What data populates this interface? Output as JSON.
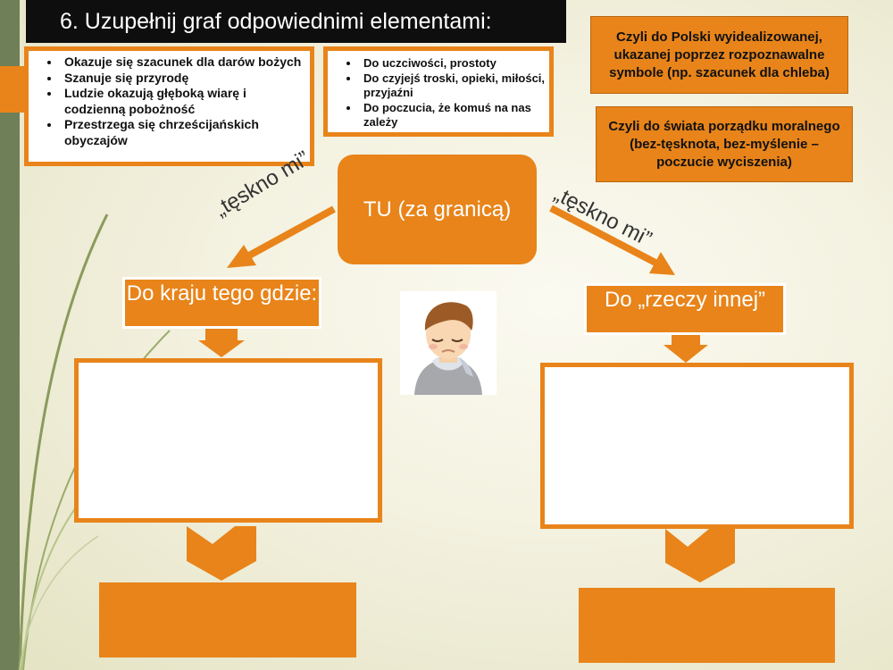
{
  "title": "6. Uzupełnij graf odpowiednimi elementami:",
  "box_left_bullets": [
    "Okazuje się szacunek dla darów bożych",
    "Szanuje się przyrodę",
    "Ludzie okazują głęboką wiarę i codzienną pobożność",
    "Przestrzega się chrześcijańskich obyczajów"
  ],
  "box_middle_bullets": [
    "Do uczciwości, prostoty",
    "Do czyjejś troski, opieki, miłości, przyjaźni",
    "Do poczucia, że komuś na nas zależy"
  ],
  "note_top": "Czyli do Polski wyidealizowanej, ukazanej poprzez rozpoznawalne symbole (np. szacunek dla chleba)",
  "note_second": "Czyli do świata porządku moralnego (bez-tęsknota, bez-myślenie – poczucie wyciszenia)",
  "center": "TU (za granicą)",
  "left_curve_label": "„tęskno mi”",
  "right_curve_label": "„tęskno mi”",
  "left_label": "Do kraju tego gdzie:",
  "right_label": "Do „rzeczy innej”",
  "colors": {
    "accent": "#e8841a",
    "title_bg": "#0e0e0e",
    "side_bar": "#6f7f57"
  },
  "icons": {
    "person": "sad-boy-icon"
  }
}
